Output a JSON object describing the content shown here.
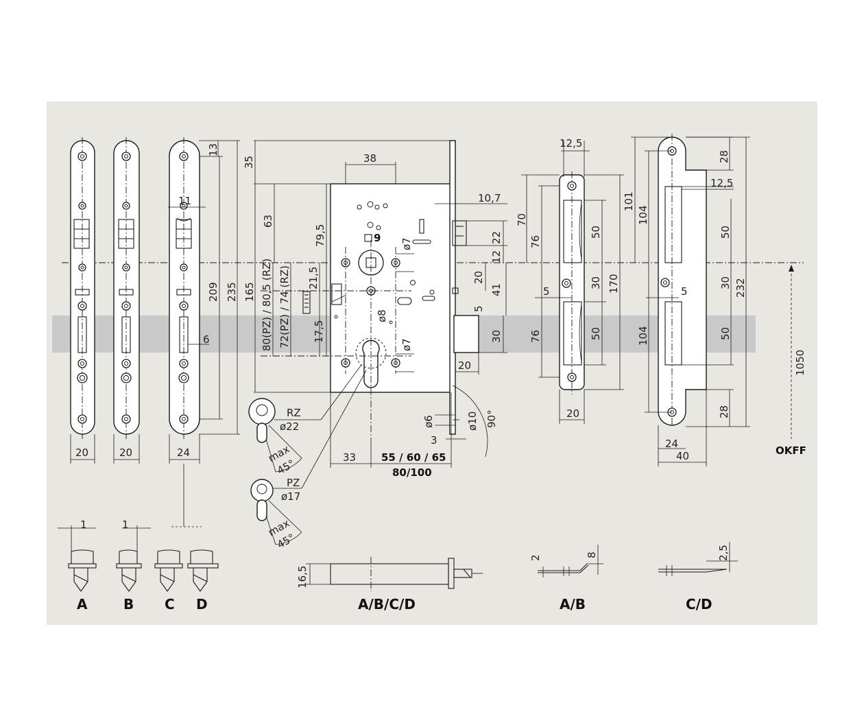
{
  "dims": {
    "w20a": "20",
    "w20b": "20",
    "w24": "24",
    "d13": "13",
    "d11": "11",
    "d6": "6",
    "d209": "209",
    "d235": "235",
    "d35": "35",
    "d165": "165",
    "d38": "38",
    "d63": "63",
    "d79_5": "79,5",
    "d80rz": "80(PZ) / 80,5 (RZ)",
    "d72pz": "72(PZ) / 74 (RZ)",
    "d21_5": "21,5",
    "d17_5": "17,5",
    "d9": "9",
    "d7a": "ø7",
    "d8": "ø8",
    "d7b": "ø7",
    "d10_7": "10,7",
    "d22": "22",
    "d12": "12",
    "d20s": "20",
    "d41": "41",
    "d5s": "5",
    "d30": "30",
    "d20b": "20",
    "d6c": "ø6",
    "d10c": "ø10",
    "d90": "90°",
    "d3": "3",
    "d33": "33",
    "d55": "55 / 60 / 65",
    "d80_100": "80/100",
    "rz": "RZ",
    "rz22": "ø22",
    "pz": "PZ",
    "pz17": "ø17",
    "max1": "max",
    "deg1": "45°",
    "max2": "max",
    "deg2": "45°",
    "sp12_5": "12,5",
    "sp70": "70",
    "sp76a": "76",
    "sp50a": "50",
    "sp5": "5",
    "sp30": "30",
    "sp76b": "76",
    "sp50b": "50",
    "sp170": "170",
    "sp20": "20",
    "sw101": "101",
    "sw104a": "104",
    "sw28a": "28",
    "sw12_5": "12,5",
    "sw50a": "50",
    "sw5": "5",
    "sw30": "30",
    "sw232": "232",
    "sw104b": "104",
    "sw50b": "50",
    "sw28b": "28",
    "sw24": "24",
    "sw40": "40",
    "h1050": "1050",
    "okff": "OKFF",
    "bs1a": "1",
    "bs1b": "1",
    "bh16_5": "16,5",
    "ab2": "2",
    "ab8": "8",
    "cd2_5": "2,5"
  },
  "labels": {
    "a": "A",
    "b": "B",
    "c": "C",
    "d": "D",
    "abcd": "A/B/C/D",
    "ab": "A/B",
    "cd": "C/D"
  },
  "colors": {
    "panel": "#e9e7e1",
    "band": "#c9c9c9",
    "ink": "#1a1a1a"
  }
}
